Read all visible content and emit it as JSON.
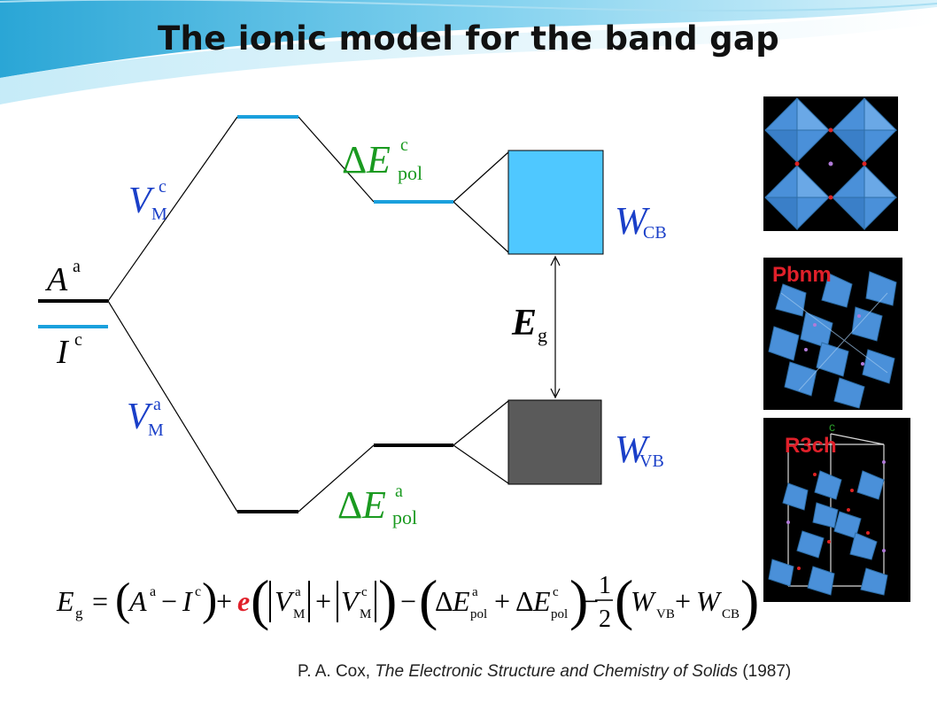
{
  "title": "The ionic model for the band gap",
  "diagram": {
    "anion_level": {
      "symbol": "A",
      "superscript": "a"
    },
    "cation_level": {
      "symbol": "I",
      "superscript": "c"
    },
    "madelung_cation": {
      "symbol": "V",
      "subscript": "M",
      "superscript": "c"
    },
    "madelung_anion": {
      "symbol": "V",
      "subscript": "M",
      "superscript": "a"
    },
    "polarization_cation": {
      "delta": "Δ",
      "symbol": "E",
      "subscript": "pol",
      "superscript": "c"
    },
    "polarization_anion": {
      "delta": "Δ",
      "symbol": "E",
      "subscript": "pol",
      "superscript": "a"
    },
    "conduction_band": {
      "symbol": "W",
      "subscript": "CB"
    },
    "valence_band": {
      "symbol": "W",
      "subscript": "VB"
    },
    "band_gap": {
      "symbol": "E",
      "subscript": "g"
    }
  },
  "equation": {
    "lhs": "E",
    "lhs_sub": "g",
    "eq": "=",
    "t1_A": "A",
    "t1_A_sup": "a",
    "minus": "−",
    "t1_I": "I",
    "t1_I_sup": "c",
    "plus": "+",
    "e": "e",
    "V": "V",
    "M": "M",
    "sup_a": "a",
    "sup_c": "c",
    "delta": "Δ",
    "E": "E",
    "pol": "pol",
    "frac_num": "1",
    "frac_den": "2",
    "W": "W",
    "VB": "VB",
    "CB": "CB"
  },
  "structures": [
    {
      "label": ""
    },
    {
      "label": "Pbnm"
    },
    {
      "label": "R3ch",
      "axis_label": "c"
    }
  ],
  "citation": {
    "author": "P. A. Cox, ",
    "book": "The Electronic Structure and Chemistry of Solids",
    "year": " (1987)"
  },
  "colors": {
    "blue_level": "#1aa0dd",
    "black_level": "#000000",
    "conduction_band_fill": "#4fc8ff",
    "valence_band_fill": "#5a5a5a",
    "label_blue": "#1a3fc8",
    "label_green": "#1a9a20",
    "label_red": "#e0202a",
    "octahedron": "#4a90d9"
  }
}
